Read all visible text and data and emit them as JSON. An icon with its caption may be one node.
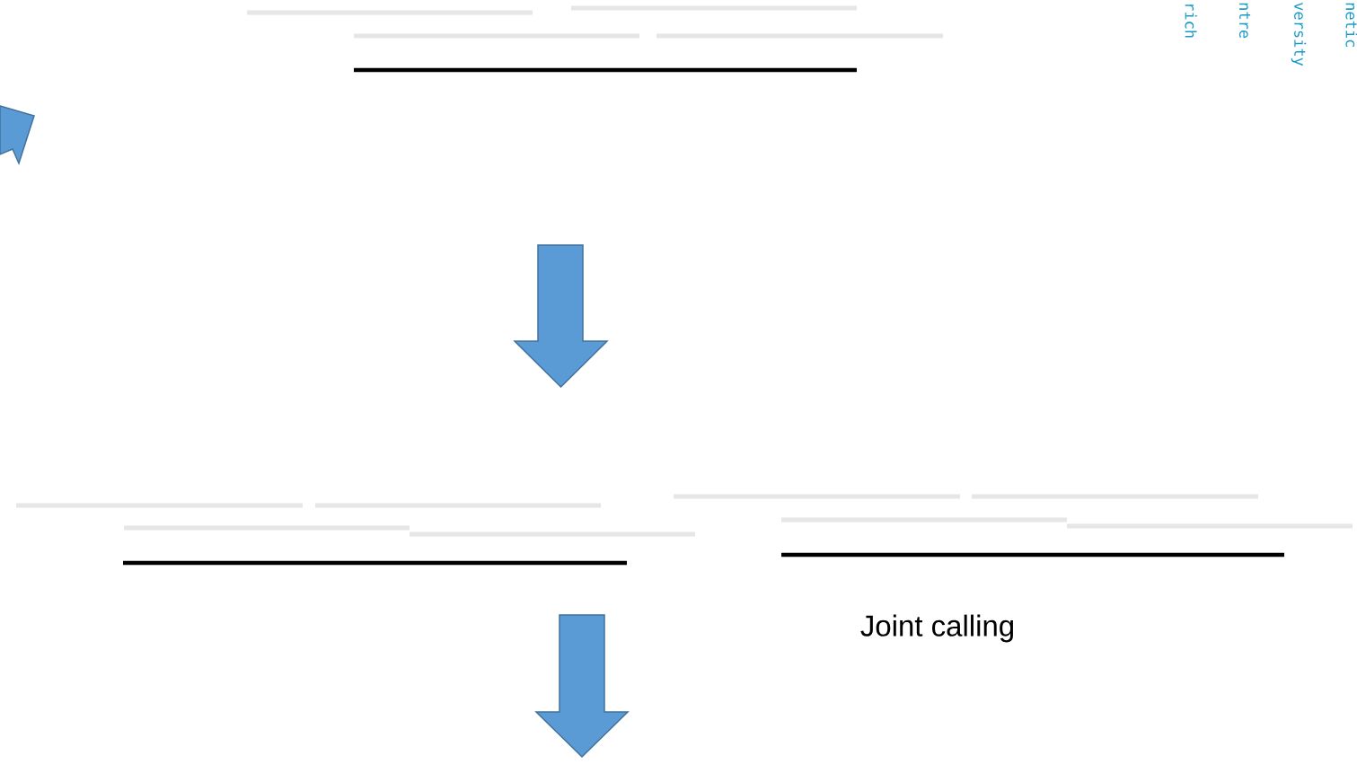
{
  "diagram": {
    "labels": [
      "rich",
      "ntre",
      "versity",
      "netic",
      "Joint calling"
    ]
  }
}
